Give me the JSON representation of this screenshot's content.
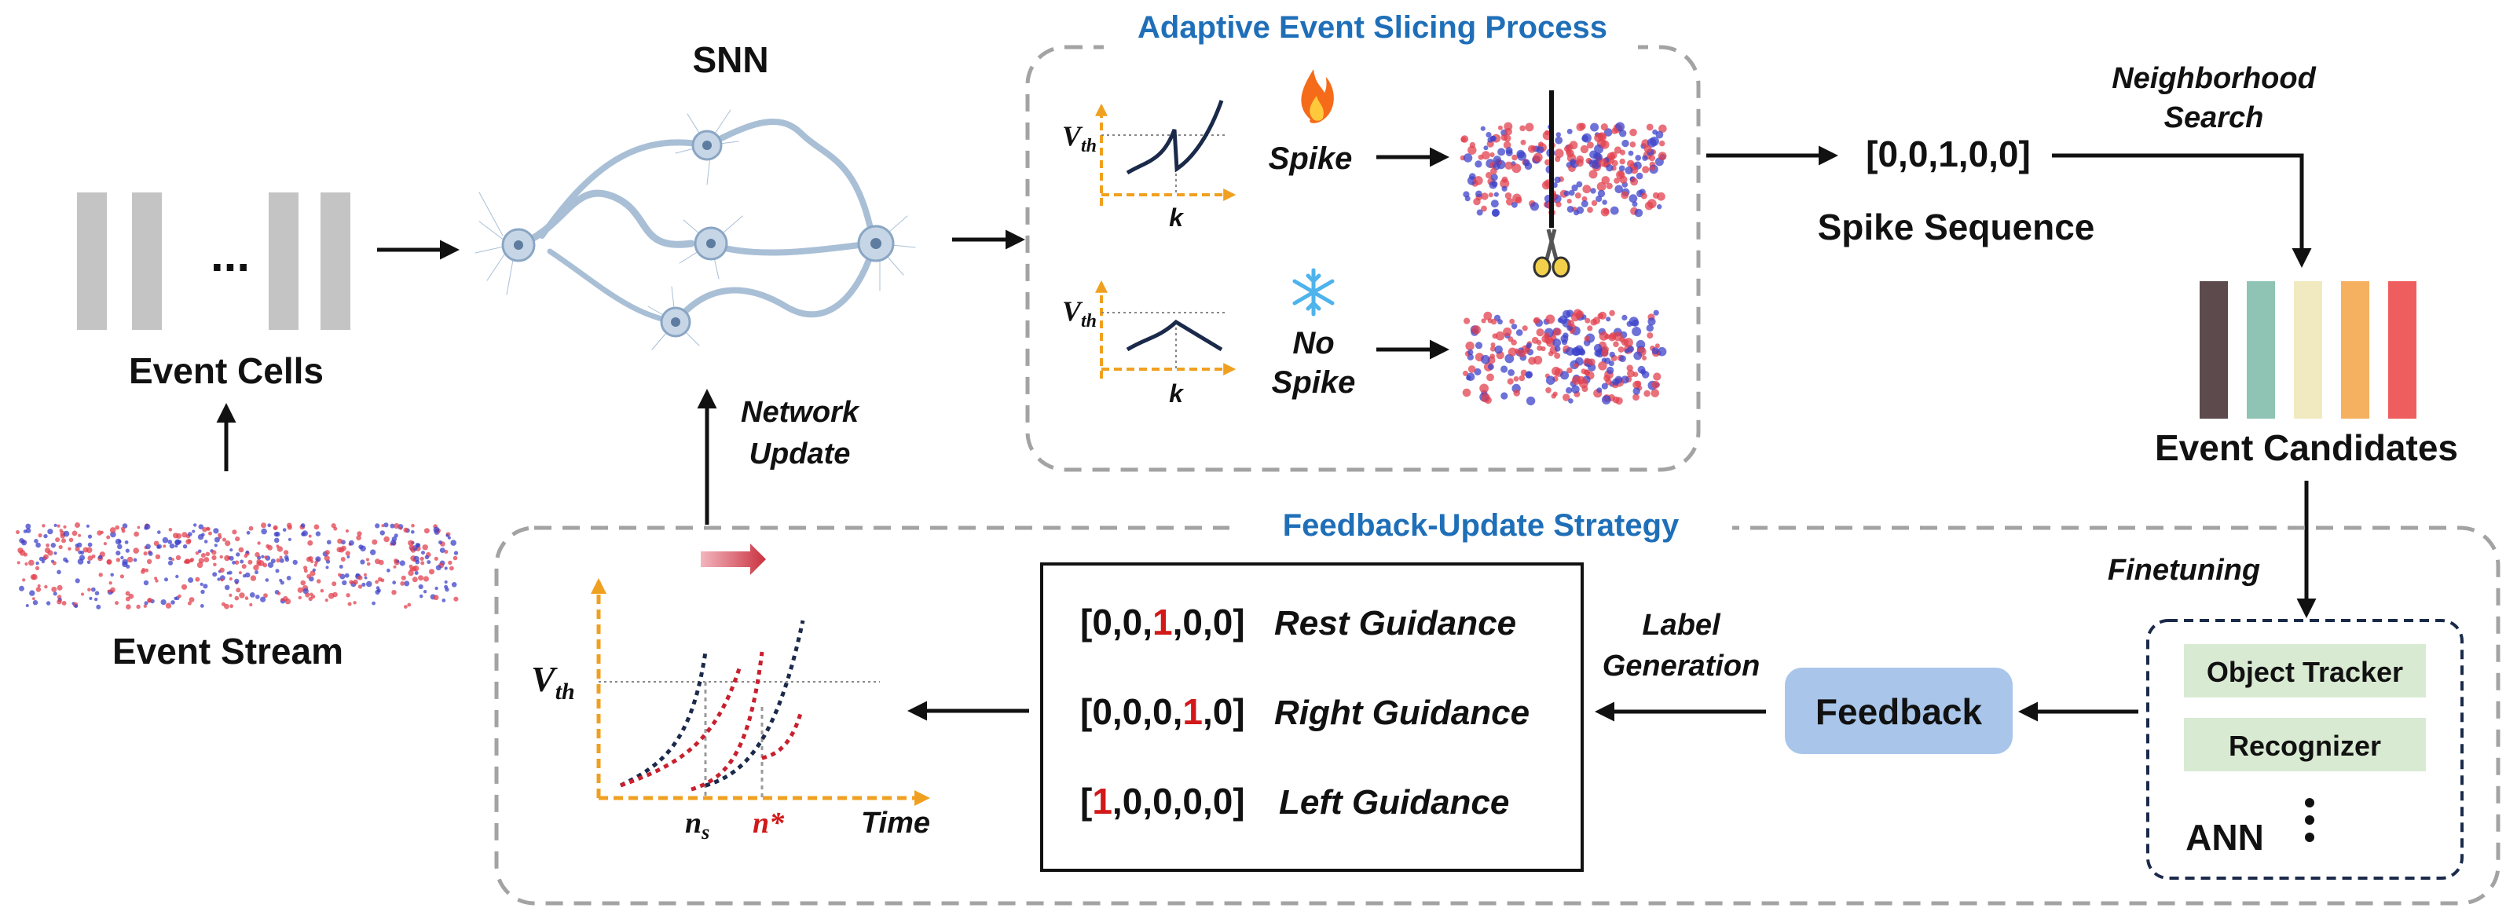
{
  "labels": {
    "snn": "SNN",
    "event_cells": "Event Cells",
    "event_cells_dots": "...",
    "event_stream": "Event Stream",
    "network_update_1": "Network",
    "network_update_2": "Update",
    "adaptive_title": "Adaptive Event Slicing Process",
    "vth_top": "V",
    "vth_sub": "th",
    "k": "k",
    "spike": "Spike",
    "no_spike_1": "No",
    "no_spike_2": "Spike",
    "spike_icon": "fire-icon",
    "no_spike_icon": "snowflake-icon",
    "neighborhood_1": "Neighborhood",
    "neighborhood_2": "Search",
    "spike_sequence_value": "[0,0,1,0,0]",
    "spike_sequence_label": "Spike Sequence",
    "event_candidates": "Event Candidates",
    "finetuning": "Finetuning",
    "feedback_title": "Feedback-Update Strategy",
    "object_tracker": "Object Tracker",
    "recognizer": "Recognizer",
    "ann": "ANN",
    "feedback": "Feedback",
    "label_generation_1": "Label",
    "label_generation_2": "Generation",
    "guidance": [
      {
        "pre": "[0,0,",
        "hl": "1",
        "post": ",0,0]",
        "name": "Rest Guidance"
      },
      {
        "pre": "[0,0,0,",
        "hl": "1",
        "post": ",0]",
        "name": "Right Guidance"
      },
      {
        "pre": "[",
        "hl": "1",
        "post": ",0,0,0,0]",
        "name": "Left Guidance"
      }
    ],
    "ns": "n",
    "ns_sub": "s",
    "nstar": "n*",
    "time": "Time",
    "vth_big": "V",
    "vth_big_sub": "th"
  },
  "colors": {
    "accent_blue": "#1f6fb8",
    "orange_axis": "#f0a020",
    "highlight_red": "#d11919",
    "feedback_box": "#a9c6ea",
    "ann_item": "#d9ead3",
    "candidates": [
      "#5c4a4d",
      "#8fc4b5",
      "#f1eac0",
      "#f5b060",
      "#ef5e5e"
    ]
  }
}
